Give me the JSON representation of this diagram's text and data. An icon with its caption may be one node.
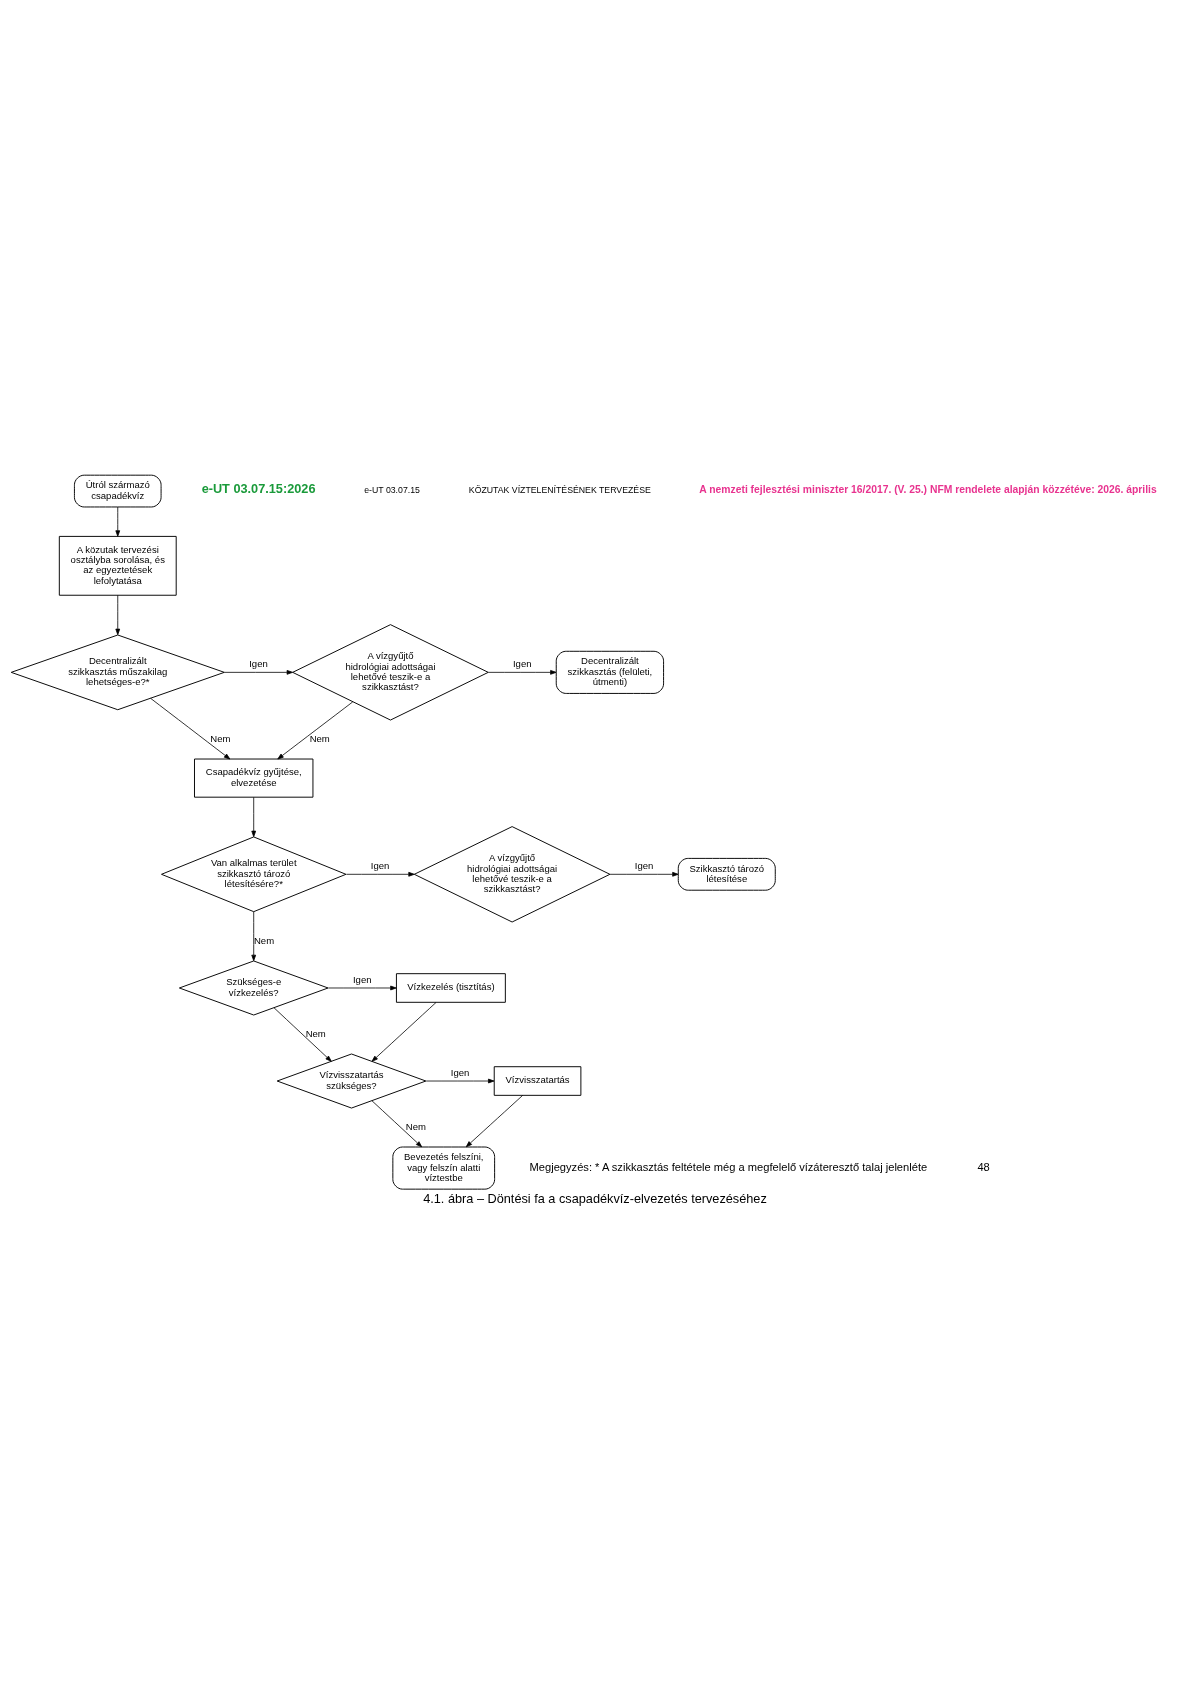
{
  "diagram": {
    "caption": "4.1. ábra – Döntési fa a csapadékvíz-elvezetés tervezéséhez",
    "nodes": [
      {
        "text": [
          "Útról származó csapadékvíz"
        ]
      },
      {
        "text": [
          "A közutak tervezési osztályba sorolása, és az egyeztetések lefolytatása"
        ]
      },
      {
        "text": [
          "Decentralizált szikkasztás műszakilag lehetséges-e?*"
        ]
      },
      {
        "text": [
          "A vízgyűjtő hidrológiai adottságai lehetővé teszik-e a szikkasztást?"
        ]
      },
      {
        "text": [
          "Decentralizált szikkasztás (felületi, útmenti)"
        ]
      },
      {
        "text": [
          "Csapadékvíz gyűjtése, elvezetése"
        ]
      },
      {
        "text": [
          "Van alkalmas terület szikkasztó tározó létesítésére?*"
        ]
      },
      {
        "text": [
          "A vízgyűjtő hidrológiai adottságai lehetővé teszik-e a szikkasztást?"
        ]
      },
      {
        "text": [
          "Szikkasztó tározó létesítése"
        ]
      },
      {
        "text": [
          "Szükséges-e vízkezelés?"
        ]
      },
      {
        "text": [
          "Vízkezelés (tisztítás)"
        ]
      },
      {
        "text": [
          "Vízvisszatartás szükséges?"
        ]
      },
      {
        "text": [
          "Vízvisszatartás"
        ]
      },
      {
        "text": [
          "Bevezetés felszíni, vagy felszín alatti víztestbe"
        ]
      }
    ],
    "edges": [
      {
        "from": 0,
        "to": 1,
        "arrow": "to"
      },
      {
        "from": 1,
        "to": 2,
        "arrow": "to"
      },
      {
        "from": 2,
        "to": 3,
        "arrow": "to",
        "label": "Igen"
      },
      {
        "from": 3,
        "to": 4,
        "arrow": "to",
        "label": "Igen"
      },
      {
        "from": 2,
        "to": 5,
        "arrow": "to",
        "label": "Nem"
      },
      {
        "from": 3,
        "to": 5,
        "arrow": "to",
        "label": "Nem"
      },
      {
        "from": 5,
        "to": 6,
        "arrow": "to"
      },
      {
        "from": 6,
        "to": 7,
        "arrow": "to",
        "label": "Igen"
      },
      {
        "from": 7,
        "to": 8,
        "arrow": "to",
        "label": "Igen"
      },
      {
        "from": 6,
        "to": 9,
        "arrow": "to",
        "label": "Nem"
      },
      {
        "from": 9,
        "to": 10,
        "arrow": "to",
        "label": "Igen"
      },
      {
        "from": 9,
        "to": 11,
        "arrow": "to",
        "label": "Nem"
      },
      {
        "from": 10,
        "to": 11,
        "arrow": "to"
      },
      {
        "from": 11,
        "to": 12,
        "arrow": "to",
        "label": "Igen"
      },
      {
        "from": 12,
        "to": 13,
        "arrow": "to"
      },
      {
        "from": 11,
        "to": 13,
        "arrow": "to",
        "label": "Nem"
      }
    ],
    "labels": [
      "e-UT 03.07.15:2026",
      "e-UT 03.07.15",
      "KÖZUTAK VÍZTELENÍTÉSÉNEK TERVEZÉSE",
      "A nemzeti fejlesztési miniszter 16/2017. (V. 25.) NFM rendelete alapján közzétéve: 2026. április",
      "Megjegyzés: * A szikkasztás feltétele még a megfelelő vízáteresztő talaj jelenléte",
      "48"
    ]
  }
}
